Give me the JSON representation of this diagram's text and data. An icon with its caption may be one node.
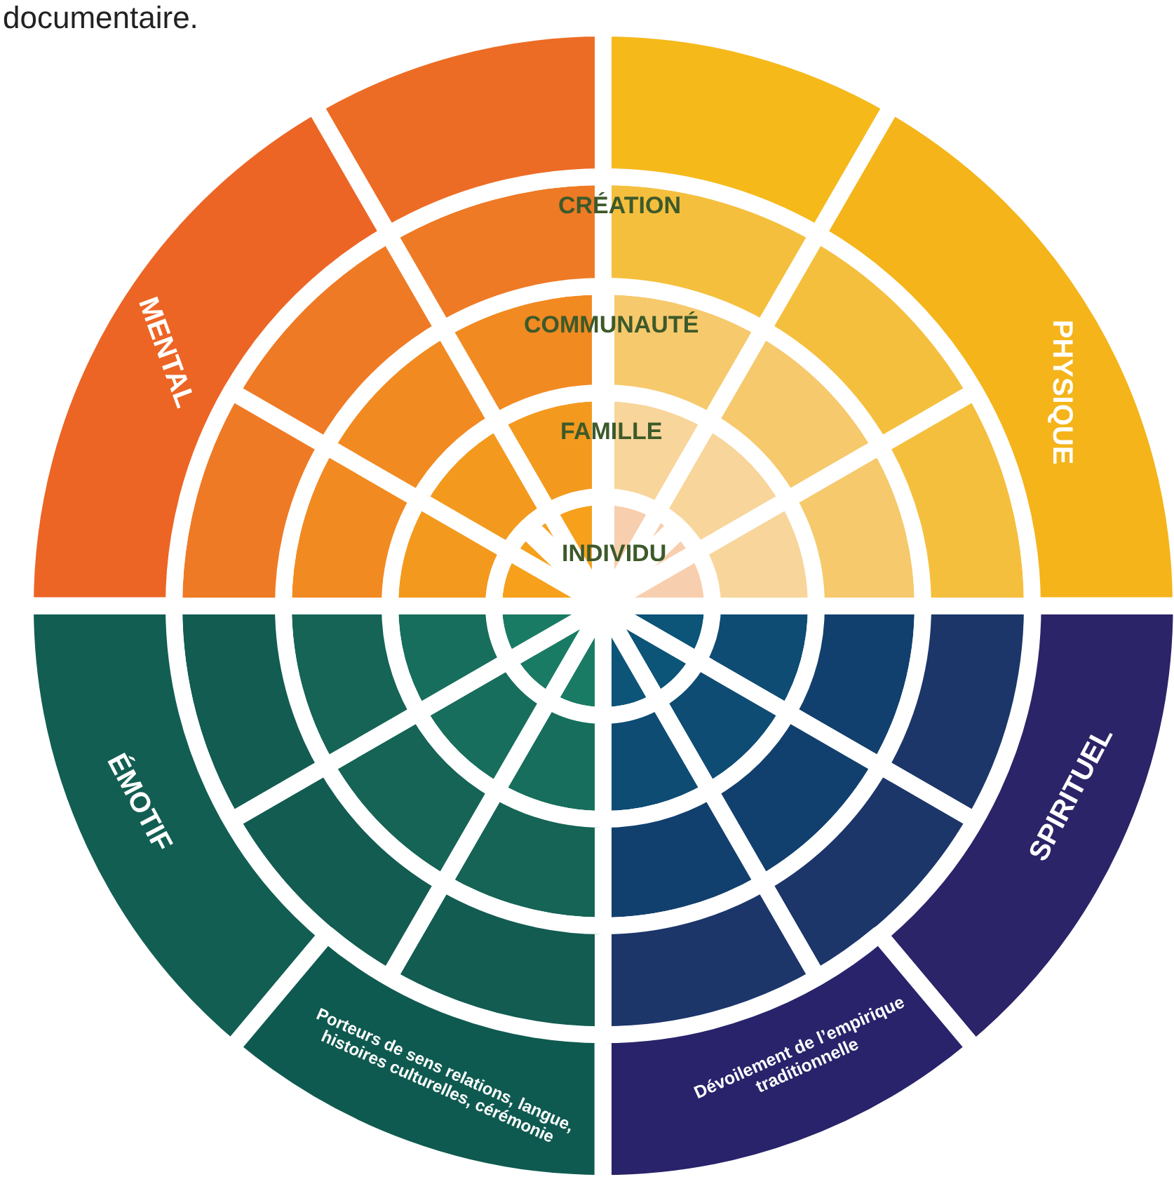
{
  "diagram": {
    "nodes": [
      {
        "text": [
          "MENTAL"
        ]
      },
      {
        "text": [
          "PHYSIQUE"
        ]
      },
      {
        "text": [
          "ÉMOTIF"
        ]
      },
      {
        "text": [
          "SPIRITUEL"
        ]
      },
      {
        "text": [
          "Porteurs de sens relations, langue, histoires culturelles, cérémonie"
        ]
      },
      {
        "text": [
          "Dévoilement de l’empirique traditionnelle"
        ]
      }
    ],
    "edges": [],
    "labels": [
      "documentaire.",
      "CRÉATION",
      "COMMUNAUTÉ",
      "FAMILLE",
      "INDIVIDU"
    ]
  }
}
